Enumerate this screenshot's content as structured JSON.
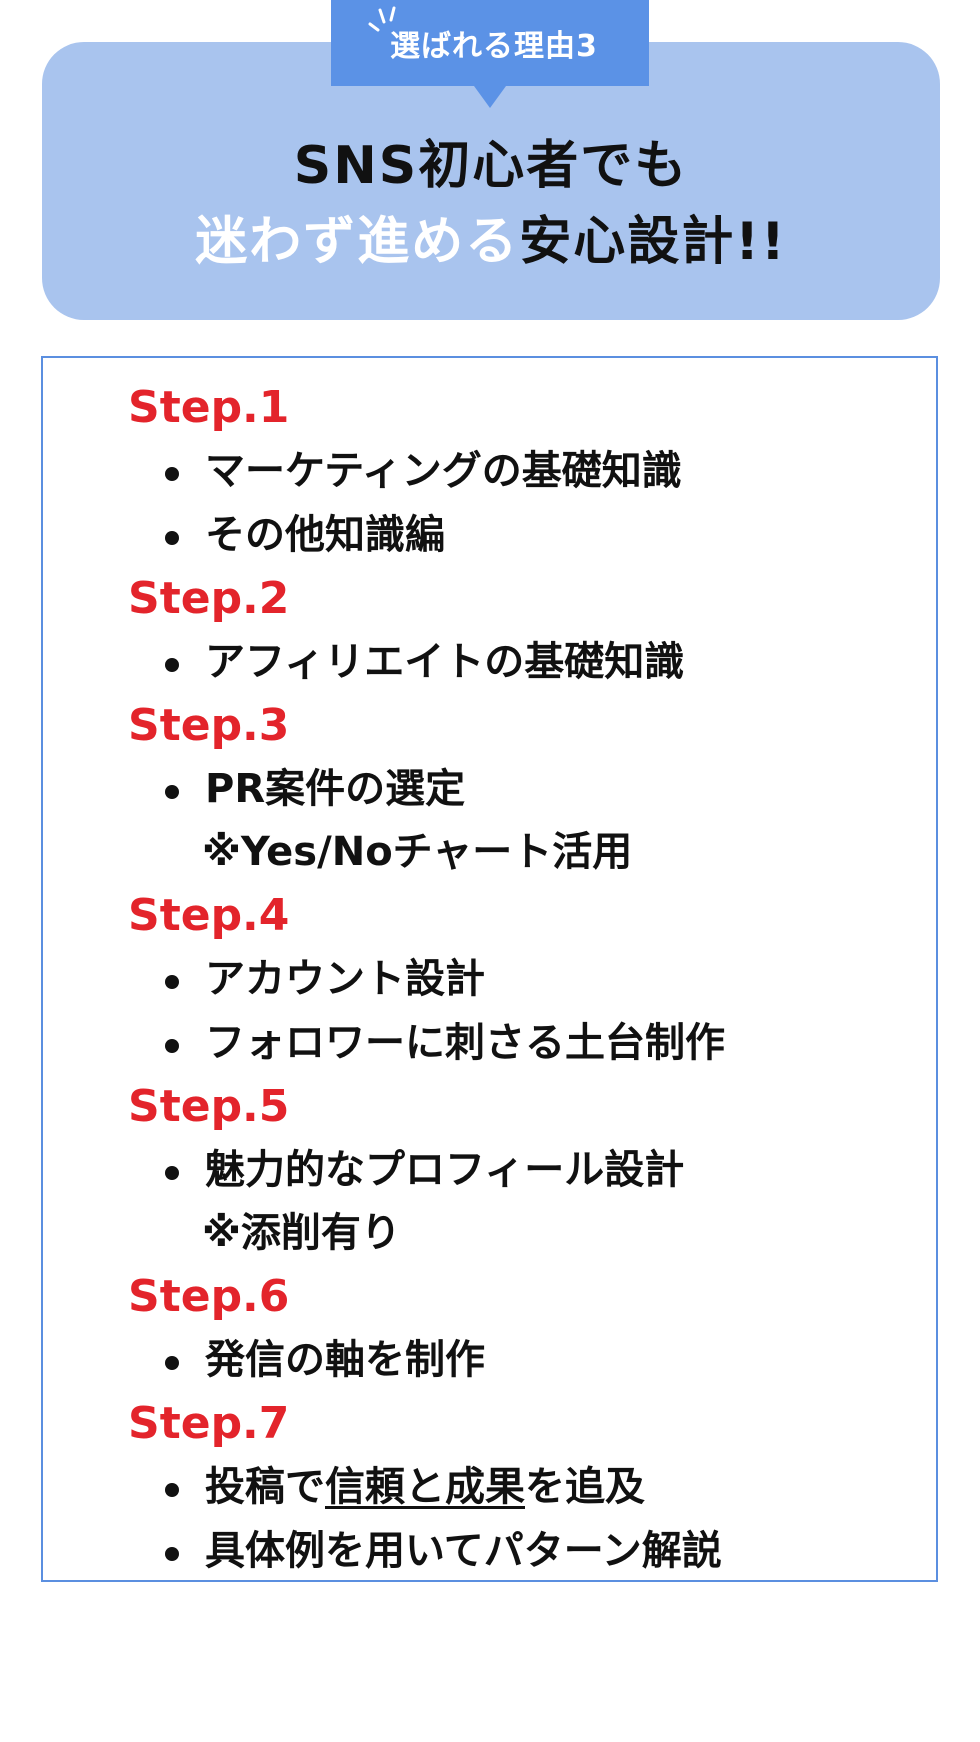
{
  "header": {
    "tag_label": "選ばれる理由3",
    "headline_line1": "SNS初心者でも",
    "headline_line2_highlight": "迷わず進める",
    "headline_line2_rest": "安心設計!!",
    "colors": {
      "hero_bg": "#a9c4ee",
      "tag_bg": "#5b92e6",
      "step_title": "#e3242b",
      "border": "#5b8fe0"
    }
  },
  "steps": [
    {
      "title": "Step.1",
      "items": [
        "マーケティングの基礎知識",
        "その他知識編"
      ]
    },
    {
      "title": "Step.2",
      "items": [
        "アフィリエイトの基礎知識"
      ]
    },
    {
      "title": "Step.3",
      "items": [
        "PR案件の選定"
      ],
      "note": "※Yes/Noチャート活用"
    },
    {
      "title": "Step.4",
      "items": [
        "アカウント設計",
        "フォロワーに刺さる土台制作"
      ]
    },
    {
      "title": "Step.5",
      "items": [
        "魅力的なプロフィール設計"
      ],
      "note": "※添削有り"
    },
    {
      "title": "Step.6",
      "items": [
        "発信の軸を制作"
      ]
    },
    {
      "title": "Step.7",
      "item1_before": "投稿で",
      "item1_underlined": "信頼と成果",
      "item1_after": "を追及",
      "item2": "具体例を用いてパターン解説"
    }
  ]
}
